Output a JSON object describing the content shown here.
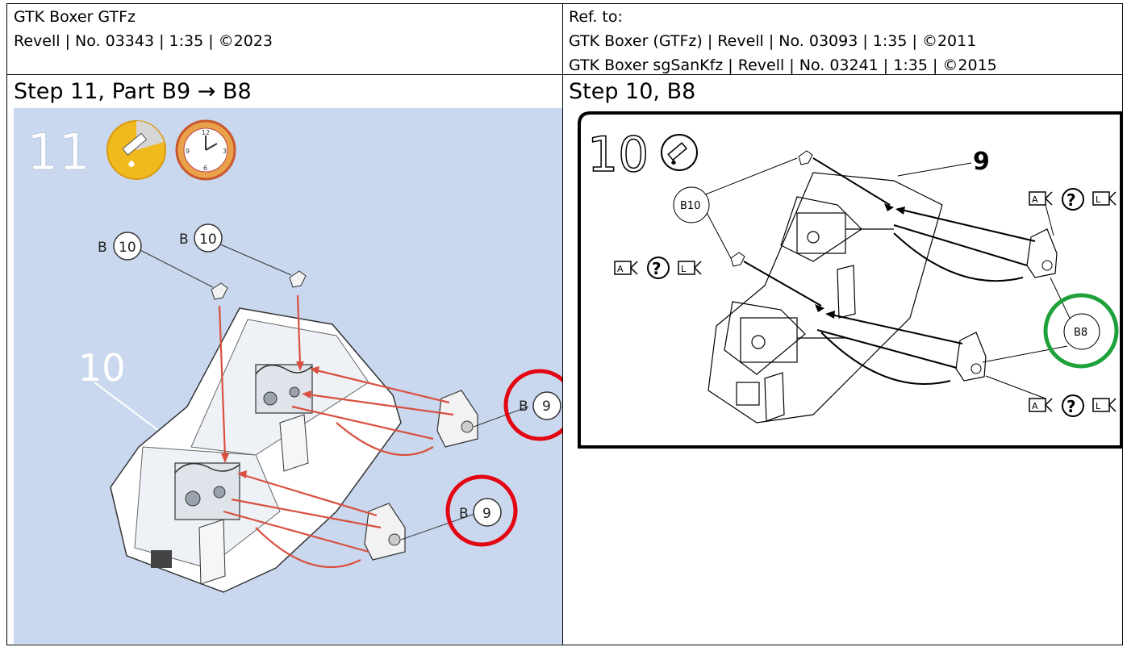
{
  "left_header": {
    "line1": "GTK Boxer GTFz",
    "line2": "Revell | No. 03343 | 1:35 | ©2023"
  },
  "right_header": {
    "line1": "Ref. to:",
    "line2": "GTK Boxer (GTFz) | Revell | No. 03093 | 1:35 | ©2011",
    "line3": "GTK Boxer sgSanKfz | Revell | No. 03241 | 1:35 | ©2015"
  },
  "left_step": {
    "title": "Step 11, Part B9 → B8"
  },
  "right_step": {
    "title": "Step 10, B8"
  },
  "left_diagram": {
    "step_number": "11",
    "ref_step": "10",
    "callout_b10_a": {
      "letter": "B",
      "number": "10"
    },
    "callout_b10_b": {
      "letter": "B",
      "number": "10"
    },
    "callout_b9_a": {
      "letter": "B",
      "number": "9"
    },
    "callout_b9_b": {
      "letter": "B",
      "number": "9"
    },
    "clock_numbers": [
      "12",
      "3",
      "6",
      "9"
    ],
    "highlight_color": "#e30613",
    "background_color": "#c9d8ee",
    "arrow_color": "#d9503f"
  },
  "right_diagram": {
    "step_number": "10",
    "part_label": "9",
    "callout_b10": "B10",
    "callout_b8": "B8",
    "mark_a": "A",
    "mark_l": "L",
    "mark_q": "?",
    "highlight_color": "#1ea13a"
  }
}
